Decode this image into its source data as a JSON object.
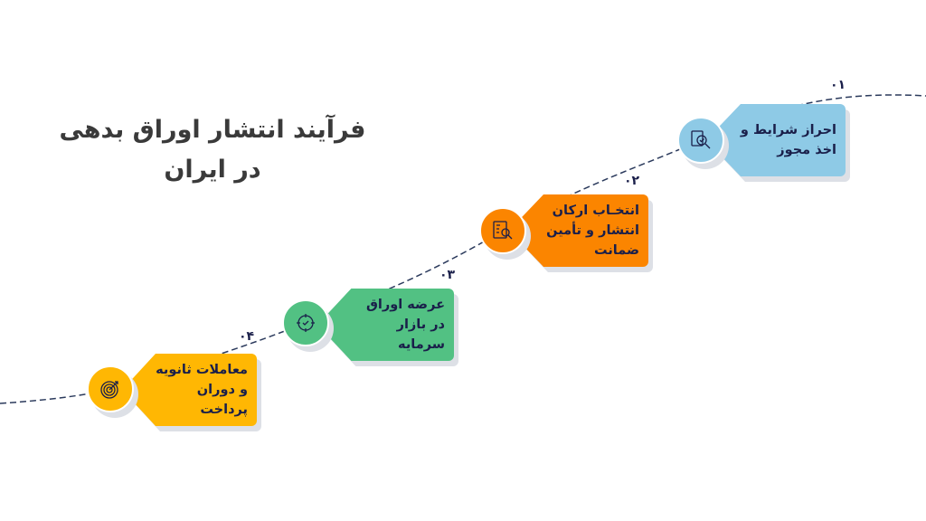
{
  "title_lines": [
    "فرآیند انتشار اوراق بدهی",
    "در ایران"
  ],
  "steps": [
    {
      "number": "۰۱",
      "label": "احراز شرایط و اخذ مجوز",
      "color": "#8ecae6",
      "icon": "document-search-icon"
    },
    {
      "number": "۰۲",
      "label": "انتخـاب ارکان انتشار و تأمین ضمانت",
      "color": "#fb8500",
      "icon": "report-search-icon"
    },
    {
      "number": "۰۳",
      "label": "عرضه اوراق در بازار سرمایه",
      "color": "#52c183",
      "icon": "target-check-icon"
    },
    {
      "number": "۰۴",
      "label": "معاملات ثانویه و دوران پرداخت",
      "color": "#ffb703",
      "icon": "bullseye-icon"
    }
  ]
}
